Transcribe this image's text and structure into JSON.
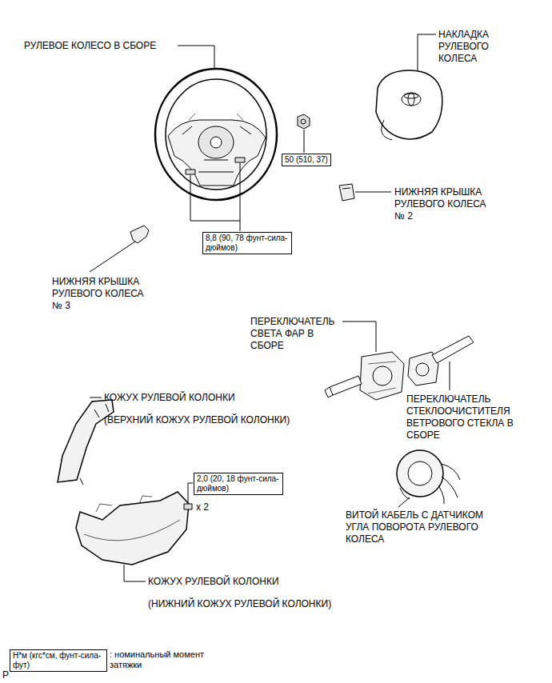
{
  "diagram": {
    "nodes": [
      {
        "text": [
          "50 (510, 37)"
        ]
      },
      {
        "text": [
          "8,8 (90, 78 фунт-сила-дюймов)"
        ]
      },
      {
        "text": [
          "2,0 (20, 18 фунт-сила-дюймов)"
        ]
      },
      {
        "text": [
          "Н*м (кгс*см, фунт-сила-фут)"
        ]
      }
    ],
    "labels": [
      "РУЛЕВОЕ КОЛЕСО В СБОРЕ",
      "НАКЛАДКА РУЛЕВОГО КОЛЕСА",
      "НИЖНЯЯ КРЫШКА РУЛЕВОГО КОЛЕСА № 2",
      "НИЖНЯЯ КРЫШКА РУЛЕВОГО КОЛЕСА № 3",
      "ПЕРЕКЛЮЧАТЕЛЬ СВЕТА ФАР В СБОРЕ",
      "ПЕРЕКЛЮЧАТЕЛЬ СТЕКЛООЧИСТИТЕЛЯ ВЕТРОВОГО СТЕКЛА В СБОРЕ",
      "КОЖУХ РУЛЕВОЙ КОЛОНКИ",
      "(ВЕРХНИЙ КОЖУХ РУЛЕВОЙ КОЛОНКИ)",
      "x 2",
      "ВИТОЙ КАБЕЛЬ С ДАТЧИКОМ УГЛА ПОВОРОТА РУЛЕВОГО КОЛЕСА",
      "КОЖУХ РУЛЕВОЙ КОЛОНКИ",
      "(НИЖНИЙ КОЖУХ РУЛЕВОЙ КОЛОНКИ)",
      ": номинальный момент затяжки",
      "P"
    ]
  }
}
